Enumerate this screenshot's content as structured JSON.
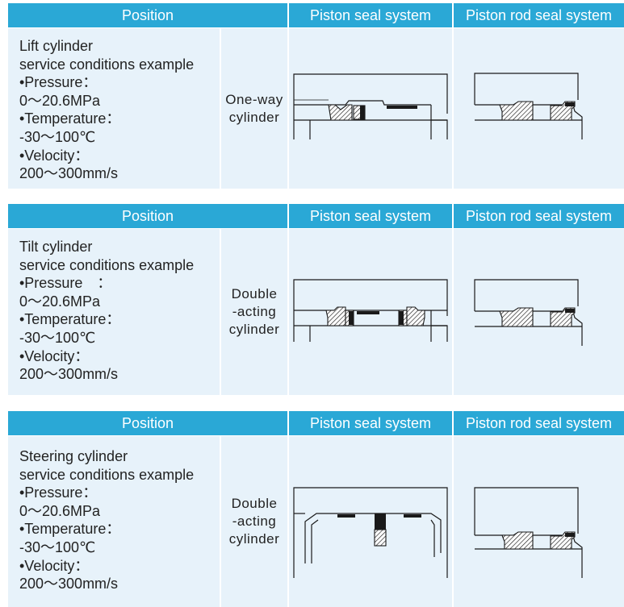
{
  "colors": {
    "header": "#2aa8d6",
    "body": "#e7f2fa",
    "line": "#1a1a1a"
  },
  "tables": [
    {
      "position_header": "Position",
      "piston_header": "Piston seal system",
      "rod_header": "Piston rod seal system",
      "conditions": [
        "Lift cylinder",
        "service conditions example",
        "•Pressure：",
        "0～20.6MPa",
        "•Temperature：",
        "-30～100℃",
        "•Velocity：",
        "200～300mm/s"
      ],
      "cylinder_type": [
        "One-way",
        "cylinder"
      ],
      "piston_diagram_icon": "one-way-piston-seal-diagram",
      "rod_diagram_icon": "rod-seal-diagram"
    },
    {
      "position_header": "Position",
      "piston_header": "Piston seal system",
      "rod_header": "Piston rod seal system",
      "conditions": [
        "Tilt cylinder",
        "service conditions example",
        "•Pressure　：",
        "0～20.6MPa",
        "•Temperature：",
        "-30～100℃",
        "•Velocity：",
        "200～300mm/s"
      ],
      "cylinder_type": [
        "Double",
        "-acting",
        "cylinder"
      ],
      "piston_diagram_icon": "double-acting-piston-seal-diagram",
      "rod_diagram_icon": "rod-seal-diagram"
    },
    {
      "position_header": "Position",
      "piston_header": "Piston seal system",
      "rod_header": "Piston rod seal system",
      "conditions": [
        "Steering cylinder",
        "service conditions example",
        "•Pressure：",
        "0～20.6MPa",
        "•Temperature：",
        "-30～100℃",
        "•Velocity：",
        "200～300mm/s"
      ],
      "cylinder_type": [
        "Double",
        "-acting",
        "cylinder"
      ],
      "piston_diagram_icon": "compact-piston-seal-diagram",
      "rod_diagram_icon": "rod-seal-diagram"
    }
  ]
}
